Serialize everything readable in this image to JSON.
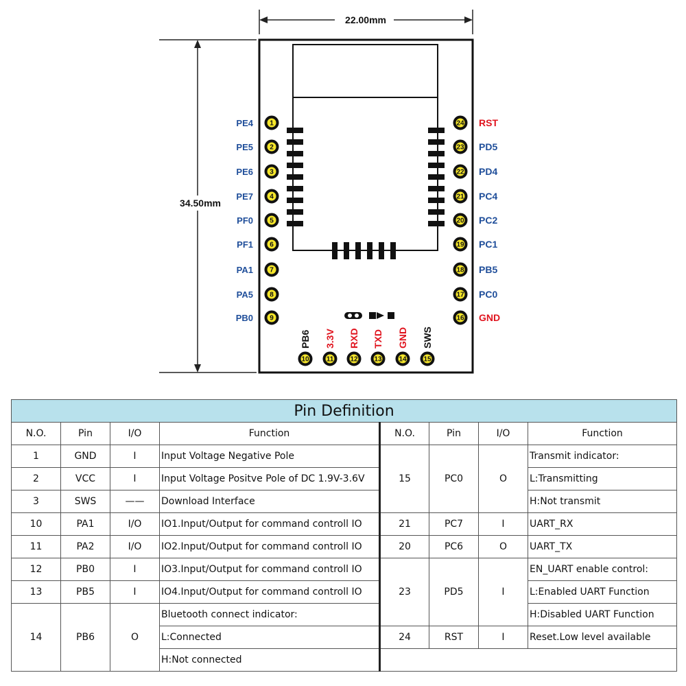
{
  "diagram": {
    "width_label": "22.00mm",
    "height_label": "34.50mm",
    "left_pins": [
      {
        "num": "1",
        "name": "PE4"
      },
      {
        "num": "2",
        "name": "PE5"
      },
      {
        "num": "3",
        "name": "PE6"
      },
      {
        "num": "4",
        "name": "PE7"
      },
      {
        "num": "5",
        "name": "PF0"
      },
      {
        "num": "6",
        "name": "PF1"
      },
      {
        "num": "7",
        "name": "PA1"
      },
      {
        "num": "8",
        "name": "PA5"
      },
      {
        "num": "9",
        "name": "PB0"
      }
    ],
    "right_pins": [
      {
        "num": "24",
        "name": "RST",
        "color": "#e0141e"
      },
      {
        "num": "23",
        "name": "PD5",
        "color": "#1f4e9a"
      },
      {
        "num": "22",
        "name": "PD4",
        "color": "#1f4e9a"
      },
      {
        "num": "21",
        "name": "PC4",
        "color": "#1f4e9a"
      },
      {
        "num": "20",
        "name": "PC2",
        "color": "#1f4e9a"
      },
      {
        "num": "19",
        "name": "PC1",
        "color": "#1f4e9a"
      },
      {
        "num": "18",
        "name": "PB5",
        "color": "#1f4e9a"
      },
      {
        "num": "17",
        "name": "PC0",
        "color": "#1f4e9a"
      },
      {
        "num": "16",
        "name": "GND",
        "color": "#e0141e"
      }
    ],
    "bottom_pins": [
      {
        "num": "10",
        "name": "PB6",
        "color": "#111111"
      },
      {
        "num": "11",
        "name": "3.3V",
        "color": "#e0141e"
      },
      {
        "num": "12",
        "name": "RXD",
        "color": "#e0141e"
      },
      {
        "num": "13",
        "name": "TXD",
        "color": "#e0141e"
      },
      {
        "num": "14",
        "name": "GND",
        "color": "#e0141e"
      },
      {
        "num": "15",
        "name": "SWS",
        "color": "#111111"
      }
    ],
    "pad_color": "#f5e62a",
    "label_blue": "#1f4e9a",
    "label_red": "#e0141e"
  },
  "table": {
    "title": "Pin Definition",
    "headers": {
      "no": "N.O.",
      "pin": "Pin",
      "io": "I/O",
      "function": "Function"
    },
    "left": {
      "r1": {
        "no": "1",
        "pin": "GND",
        "io": "I",
        "fn": "Input Voltage Negative Pole"
      },
      "r2": {
        "no": "2",
        "pin": "VCC",
        "io": "I",
        "fn": "Input Voltage Positve Pole of DC 1.9V-3.6V"
      },
      "r3": {
        "no": "3",
        "pin": "SWS",
        "io": "——",
        "fn": "Download Interface"
      },
      "r4": {
        "no": "10",
        "pin": "PA1",
        "io": "I/O",
        "fn": "IO1.Input/Output for command controll IO"
      },
      "r5": {
        "no": "11",
        "pin": "PA2",
        "io": "I/O",
        "fn": "IO2.Input/Output for command controll IO"
      },
      "r6": {
        "no": "12",
        "pin": "PB0",
        "io": "I",
        "fn": "IO3.Input/Output for command controll IO"
      },
      "r7": {
        "no": "13",
        "pin": "PB5",
        "io": "I",
        "fn": "IO4.Input/Output for command controll IO"
      },
      "r8": {
        "no": "14",
        "pin": "PB6",
        "io": "O",
        "fn1": "Bluetooth connect indicator:",
        "fn2": "L:Connected",
        "fn3": "H:Not connected"
      }
    },
    "right": {
      "g1": {
        "no": "15",
        "pin": "PC0",
        "io": "O",
        "fn1": "Transmit indicator:",
        "fn2": "L:Transmitting",
        "fn3": "H:Not transmit"
      },
      "r4": {
        "no": "21",
        "pin": "PC7",
        "io": "I",
        "fn": "UART_RX"
      },
      "r5": {
        "no": "20",
        "pin": "PC6",
        "io": "O",
        "fn": "UART_TX"
      },
      "g2": {
        "no": "23",
        "pin": "PD5",
        "io": "I",
        "fn1": "EN_UART enable control:",
        "fn2": "L:Enabled UART Function",
        "fn3": "H:Disabled UART Function"
      },
      "r9": {
        "no": "24",
        "pin": "RST",
        "io": "I",
        "fn": "Reset.Low level available"
      }
    }
  }
}
